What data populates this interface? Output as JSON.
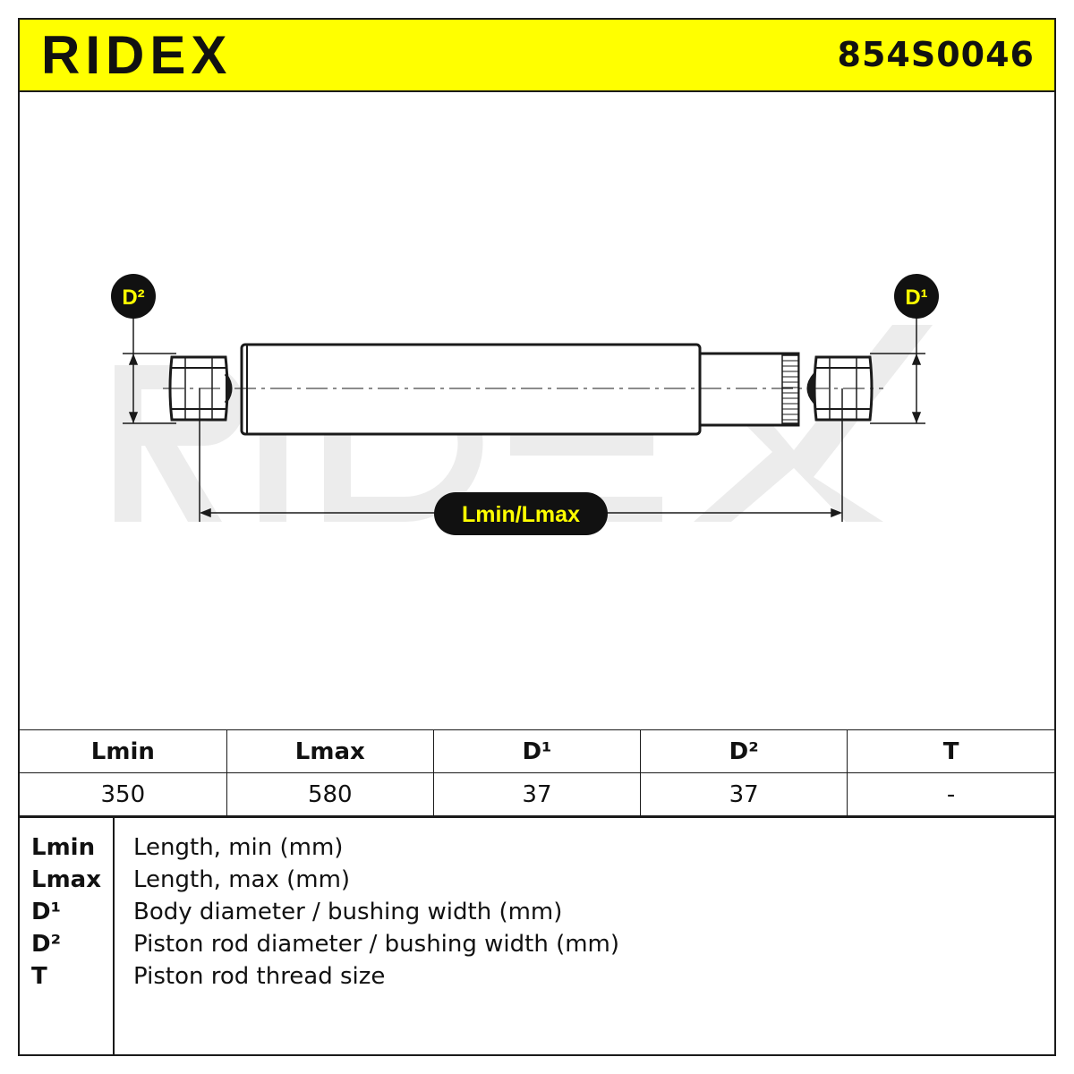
{
  "header": {
    "brand": "RIDEX",
    "part_number": "854S0046"
  },
  "drawing": {
    "labels": {
      "d2": "D²",
      "d1": "D¹",
      "length": "Lmin/Lmax"
    },
    "colors": {
      "accent": "#ffff00",
      "ink": "#1a1a1a",
      "watermark": "#ececec"
    }
  },
  "specs": {
    "headers": [
      "Lmin",
      "Lmax",
      "D¹",
      "D²",
      "T"
    ],
    "values": [
      "350",
      "580",
      "37",
      "37",
      "-"
    ]
  },
  "legend": [
    {
      "key": "Lmin",
      "desc": "Length, min (mm)"
    },
    {
      "key": "Lmax",
      "desc": "Length, max (mm)"
    },
    {
      "key": "D¹",
      "desc": "Body diameter / bushing width (mm)"
    },
    {
      "key": "D²",
      "desc": "Piston rod diameter / bushing width (mm)"
    },
    {
      "key": "T",
      "desc": "Piston rod thread size"
    }
  ]
}
